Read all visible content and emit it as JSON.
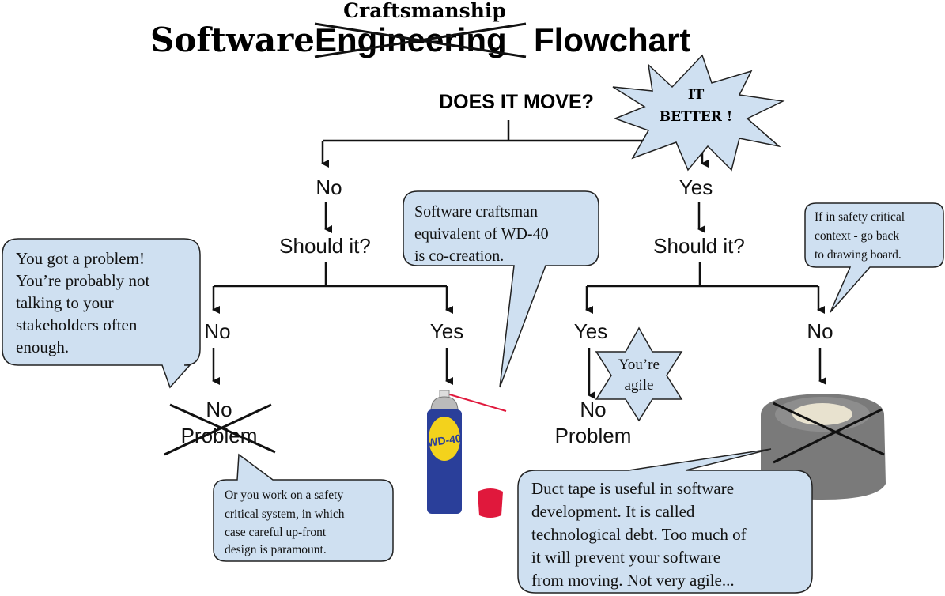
{
  "title": {
    "word1": "Software",
    "struck": "Engineering",
    "replacement": "Craftsmanship",
    "word3": "Flowchart"
  },
  "root_question": "DOES IT MOVE?",
  "starburst": {
    "line1": "IT",
    "line2": "BETTER !"
  },
  "left_branch": {
    "answer": "No",
    "question": "Should it?",
    "no": "No",
    "yes": "Yes",
    "no_result_line1": "No",
    "no_result_line2": "Problem"
  },
  "right_branch": {
    "answer": "Yes",
    "question": "Should it?",
    "yes": "Yes",
    "no": "No",
    "yes_result_line1": "No",
    "yes_result_line2": "Problem"
  },
  "agile_star": {
    "line1": "You’re",
    "line2": "agile"
  },
  "bubbles": {
    "problem": [
      "You got a problem!",
      "You’re probably not",
      "talking to your",
      "stakeholders often",
      "enough."
    ],
    "wd40": [
      "Software craftsman",
      "equivalent of WD-40",
      "is co-creation."
    ],
    "safety": [
      "If in safety critical",
      "context - go back",
      "to drawing board."
    ],
    "upfront": [
      "Or you work on a safety",
      "critical system, in which",
      "case careful up-front",
      "design is paramount."
    ],
    "ducttape": [
      "Duct tape is useful in software",
      "development. It is called",
      "technological debt. Too much of",
      "it will prevent your software",
      "from moving. Not very agile..."
    ]
  },
  "images": {
    "wd40_label": "WD-40"
  },
  "colors": {
    "bubble": "#cfe0f1",
    "wd40_blue": "#2a3f9a",
    "wd40_yellow": "#f3d21c",
    "cap_red": "#e0183c",
    "tape_gray": "#7a7a7a"
  }
}
